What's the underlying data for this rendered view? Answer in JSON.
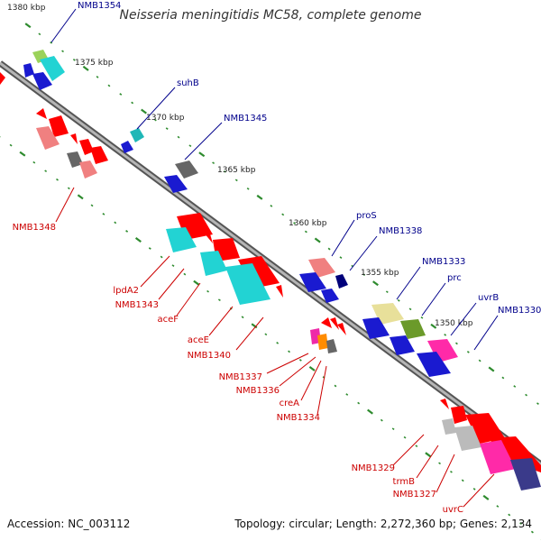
{
  "title": "Neisseria meningitidis MC58, complete genome",
  "accession": "Accession: NC_003112",
  "topology": "Topology: circular; Length: 2,272,360 bp; Genes: 2,134",
  "ruler_labels": [
    "1380 kbp",
    "1375 kbp",
    "1370 kbp",
    "1365 kbp",
    "1360 kbp",
    "1355 kbp",
    "1350 kbp"
  ],
  "forward_gene_labels": [
    "NMB1354",
    "suhB",
    "NMB1345",
    "proS",
    "NMB1338",
    "NMB1333",
    "prc",
    "uvrB",
    "NMB1330"
  ],
  "reverse_gene_labels": [
    "NMB1348",
    "lpdA2",
    "NMB1343",
    "aceF",
    "aceE",
    "NMB1340",
    "NMB1337",
    "NMB1336",
    "creA",
    "NMB1334",
    "NMB1329",
    "trmB",
    "NMB1327",
    "uvrC"
  ],
  "colors": {
    "backbone": "#8a8a8a",
    "forward_label": "#00008b",
    "reverse_label": "#cc0000",
    "tick": "#2e8b2e",
    "ruler_text": "#222222"
  }
}
